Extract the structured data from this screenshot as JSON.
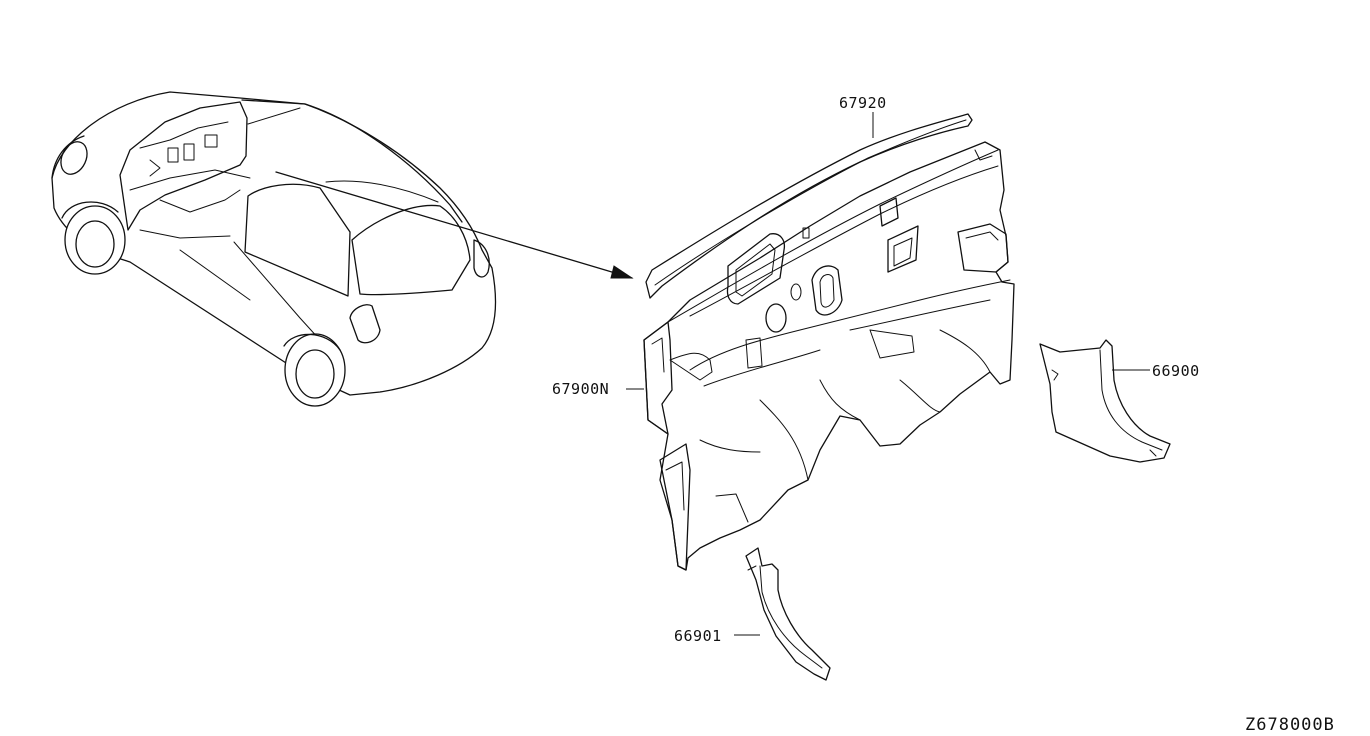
{
  "diagram": {
    "callouts": {
      "p67920": "67920",
      "p67900N": "67900N",
      "p66900": "66900",
      "p66901": "66901"
    },
    "diagram_code": "Z678000B"
  }
}
